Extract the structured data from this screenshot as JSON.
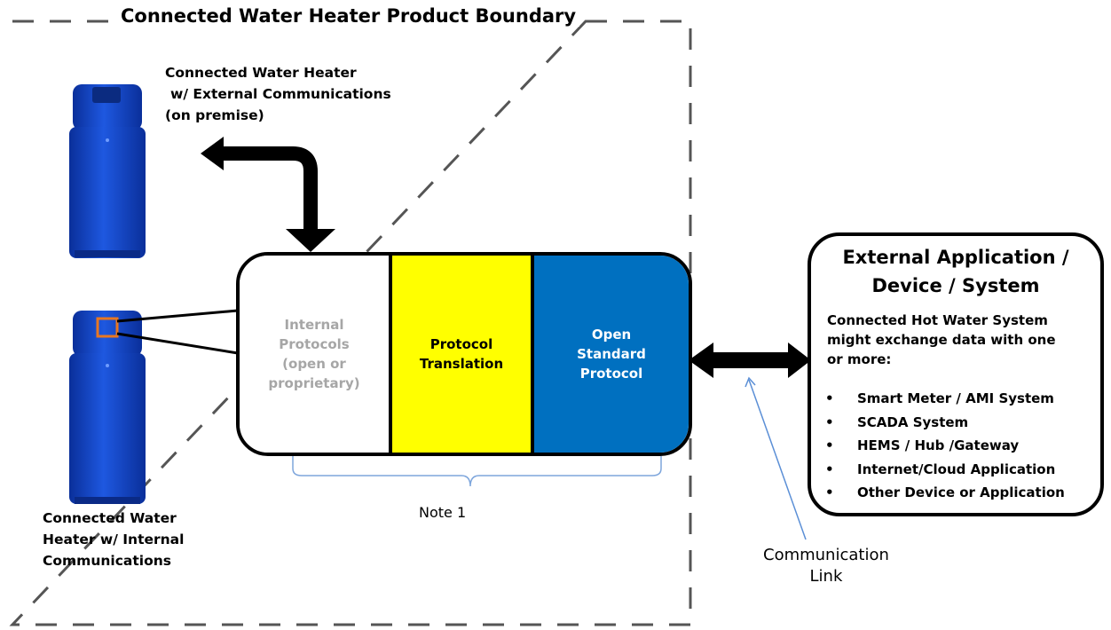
{
  "boundary": {
    "title": "Connected Water Heater Product Boundary"
  },
  "external_heater": {
    "label_line1": "Connected Water Heater",
    "label_line2": "w/ External Communications",
    "label_line3": "(on premise)"
  },
  "internal_heater": {
    "label_line1": "Connected Water",
    "label_line2": "Heater w/ Internal",
    "label_line3": "Communications"
  },
  "module": {
    "internal": "Internal\nProtocols\n(open or\nproprietary)",
    "translation": "Protocol\nTranslation",
    "open": "Open\nStandard\nProtocol"
  },
  "note": "Note 1",
  "external_system": {
    "title": "External Application /\nDevice / System",
    "intro": "Connected Hot Water System\nmight exchange data with one\nor more:",
    "items": [
      "Smart Meter / AMI System",
      "SCADA System",
      "HEMS / Hub /Gateway",
      "Internet/Cloud Application",
      "Other Device or Application"
    ]
  },
  "communication_link": "Communication\nLink",
  "colors": {
    "yellow": "#ffff00",
    "blue": "#0070c0",
    "heater_blue": "#1040c0",
    "gray_text": "#a6a6a6",
    "accent_orange": "#e87722",
    "link_blue": "#5b8fd6"
  }
}
